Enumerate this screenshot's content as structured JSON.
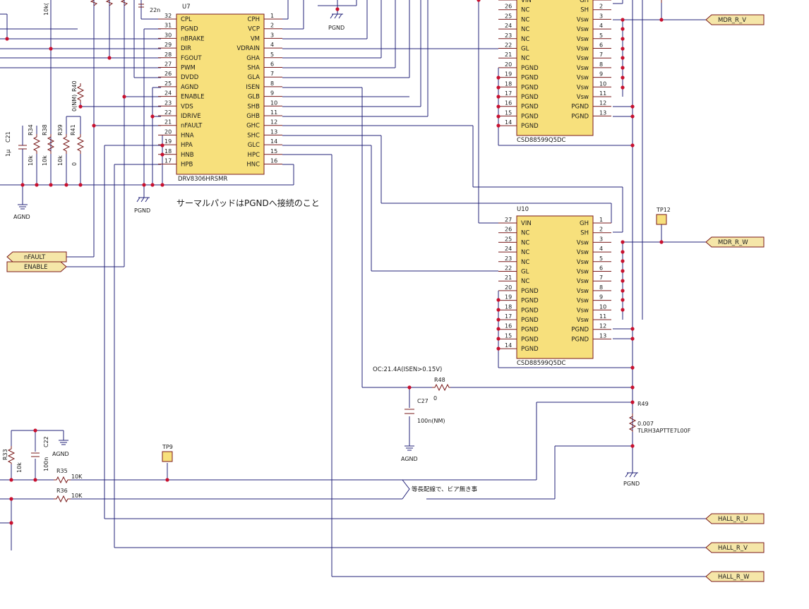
{
  "u7": {
    "ref": "U7",
    "part": "DRV8306HRSMR",
    "left_pins": [
      {
        "num": "32",
        "name": "CPL"
      },
      {
        "num": "31",
        "name": "PGND"
      },
      {
        "num": "30",
        "name": "nBRAKE"
      },
      {
        "num": "29",
        "name": "DIR"
      },
      {
        "num": "28",
        "name": "FGOUT"
      },
      {
        "num": "27",
        "name": "PWM"
      },
      {
        "num": "26",
        "name": "DVDD"
      },
      {
        "num": "25",
        "name": "AGND"
      },
      {
        "num": "24",
        "name": "ENABLE"
      },
      {
        "num": "23",
        "name": "VDS"
      },
      {
        "num": "22",
        "name": "IDRIVE"
      },
      {
        "num": "21",
        "name": "nFAULT"
      },
      {
        "num": "20",
        "name": "HNA"
      },
      {
        "num": "19",
        "name": "HPA"
      },
      {
        "num": "18",
        "name": "HNB"
      },
      {
        "num": "17",
        "name": "HPB"
      }
    ],
    "right_pins": [
      {
        "num": "1",
        "name": "CPH"
      },
      {
        "num": "2",
        "name": "VCP"
      },
      {
        "num": "3",
        "name": "VM"
      },
      {
        "num": "4",
        "name": "VDRAIN"
      },
      {
        "num": "5",
        "name": "GHA"
      },
      {
        "num": "6",
        "name": "SHA"
      },
      {
        "num": "7",
        "name": "GLA"
      },
      {
        "num": "8",
        "name": "ISEN"
      },
      {
        "num": "9",
        "name": "GLB"
      },
      {
        "num": "10",
        "name": "SHB"
      },
      {
        "num": "11",
        "name": "GHB"
      },
      {
        "num": "12",
        "name": "GHC"
      },
      {
        "num": "13",
        "name": "SHC"
      },
      {
        "num": "14",
        "name": "GLC"
      },
      {
        "num": "15",
        "name": "HPC"
      },
      {
        "num": "16",
        "name": "HNC"
      }
    ]
  },
  "fet_upper": {
    "ref": "",
    "part": "CSD88599Q5DC"
  },
  "fet_lower": {
    "ref": "U10",
    "part": "CSD88599Q5DC"
  },
  "fet_left_pins": [
    {
      "num": "27",
      "name": "VIN"
    },
    {
      "num": "26",
      "name": "NC"
    },
    {
      "num": "25",
      "name": "NC"
    },
    {
      "num": "24",
      "name": "NC"
    },
    {
      "num": "23",
      "name": "NC"
    },
    {
      "num": "22",
      "name": "GL"
    },
    {
      "num": "21",
      "name": "NC"
    },
    {
      "num": "20",
      "name": "PGND"
    },
    {
      "num": "19",
      "name": "PGND"
    },
    {
      "num": "18",
      "name": "PGND"
    },
    {
      "num": "17",
      "name": "PGND"
    },
    {
      "num": "16",
      "name": "PGND"
    },
    {
      "num": "15",
      "name": "PGND"
    },
    {
      "num": "14",
      "name": "PGND"
    }
  ],
  "fet_right_pins": [
    {
      "num": "1",
      "name": "GH"
    },
    {
      "num": "2",
      "name": "SH"
    },
    {
      "num": "3",
      "name": "Vsw"
    },
    {
      "num": "4",
      "name": "Vsw"
    },
    {
      "num": "5",
      "name": "Vsw"
    },
    {
      "num": "6",
      "name": "Vsw"
    },
    {
      "num": "7",
      "name": "Vsw"
    },
    {
      "num": "8",
      "name": "Vsw"
    },
    {
      "num": "9",
      "name": "Vsw"
    },
    {
      "num": "10",
      "name": "Vsw"
    },
    {
      "num": "11",
      "name": "Vsw"
    },
    {
      "num": "12",
      "name": "PGND"
    },
    {
      "num": "13",
      "name": "PGND"
    }
  ],
  "ports": {
    "mdr_v": "MDR_R_V",
    "mdr_w": "MDR_R_W",
    "nfault": "nFAULT",
    "enable": "ENABLE",
    "hall_u": "HALL_R_U",
    "hall_v": "HALL_R_V",
    "hall_w": "HALL_R_W"
  },
  "testpoints": {
    "tp12": "TP12",
    "tp9": "TP9"
  },
  "power": {
    "agnd": "AGND",
    "pgnd": "PGND"
  },
  "parts": {
    "c21_ref": "C21",
    "c21_val": "1μ",
    "r34_ref": "R34",
    "r34_val": "10k",
    "r38_ref": "R38",
    "r38_val": "10k",
    "r39_ref": "R39",
    "r39_val": "10k",
    "r41_ref": "R41",
    "r41_val": "0",
    "r40_ref": "R40",
    "r40_val": "0(NM)",
    "top_val_10k": "10k(",
    "cap_22n": "22n",
    "r48_ref": "R48",
    "r48_val": "0",
    "c27_ref": "C27",
    "c27_val": "100n(NM)",
    "r49_ref": "R49",
    "r49_val": "0.007",
    "r49_part": "TLRH3APTTE7L00F",
    "r33_ref": "R33",
    "r33_val": "10k",
    "c22_ref": "C22",
    "c22_val": "100n",
    "r35_ref": "R35",
    "r35_val": "10K",
    "r36_ref": "R36",
    "r36_val": "10K"
  },
  "notes": {
    "thermal_pad": "サーマルパッドはPGNDへ接続のこと",
    "oc_threshold": "OC:21.4A(ISEN>0.15V)",
    "equal_length": "等長配線で、ビア無き事"
  },
  "colors": {
    "wire": "#23237a",
    "chip_fill": "#f7e07c",
    "chip_border": "#7a1a1a",
    "junction": "#c8102e",
    "port_fill": "#f5e6a8"
  }
}
